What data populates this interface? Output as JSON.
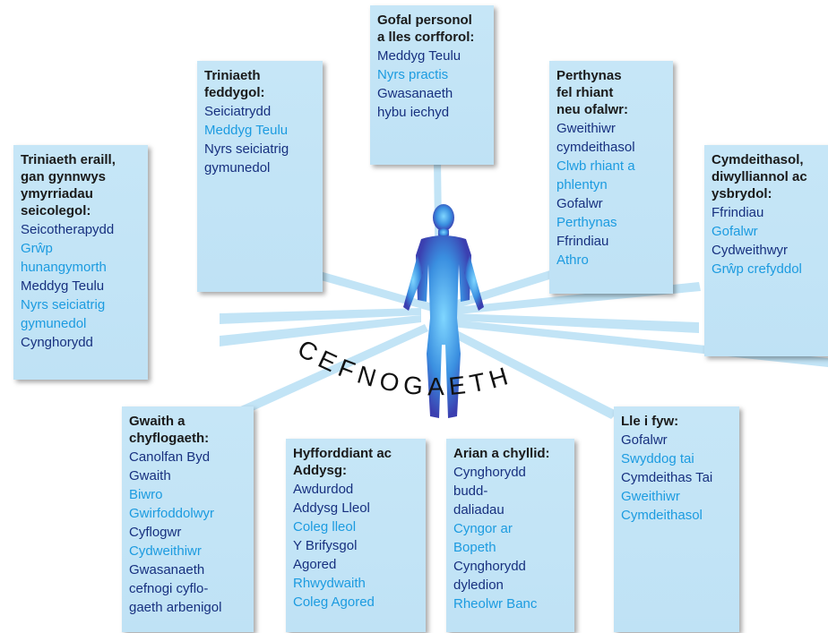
{
  "center_label": "CEFNOGAETH",
  "colors": {
    "dark_item": "#17307f",
    "light_item": "#1c9be0",
    "box_bg": "#c4e5f7"
  },
  "boxes": {
    "personal": {
      "title_lines": [
        "Gofal personol",
        "a lles corfforol:"
      ],
      "items": [
        {
          "text": "Meddyg Teulu",
          "tone": "dark"
        },
        {
          "text": "Nyrs practis",
          "tone": "light"
        },
        {
          "text": "Gwasanaeth",
          "tone": "dark"
        },
        {
          "text": "hybu iechyd",
          "tone": "dark"
        }
      ]
    },
    "medical": {
      "title_lines": [
        "Triniaeth",
        "feddygol:"
      ],
      "items": [
        {
          "text": "Seiciatrydd",
          "tone": "dark"
        },
        {
          "text": "Meddyg Teulu",
          "tone": "light"
        },
        {
          "text": "Nyrs seiciatrig",
          "tone": "dark"
        },
        {
          "text": "gymunedol",
          "tone": "dark"
        }
      ]
    },
    "parent": {
      "title_lines": [
        "Perthynas",
        "fel rhiant",
        "neu ofalwr:"
      ],
      "items": [
        {
          "text": "Gweithiwr",
          "tone": "dark"
        },
        {
          "text": "cymdeithasol",
          "tone": "dark"
        },
        {
          "text": "Clwb rhiant a",
          "tone": "light"
        },
        {
          "text": "phlentyn",
          "tone": "light"
        },
        {
          "text": "Gofalwr",
          "tone": "dark"
        },
        {
          "text": "Perthynas",
          "tone": "light"
        },
        {
          "text": "Ffrindiau",
          "tone": "dark"
        },
        {
          "text": "Athro",
          "tone": "light"
        }
      ]
    },
    "social": {
      "title_lines": [
        "Cymdeithasol,",
        "diwylliannol ac",
        "ysbrydol:"
      ],
      "items": [
        {
          "text": "Ffrindiau",
          "tone": "dark"
        },
        {
          "text": "Gofalwr",
          "tone": "light"
        },
        {
          "text": "Cydweithwyr",
          "tone": "dark"
        },
        {
          "text": "Grŵp crefyddol",
          "tone": "light"
        }
      ]
    },
    "other": {
      "title_lines": [
        "Triniaeth eraill,",
        "gan gynnwys",
        "ymyrriadau",
        "seicolegol:"
      ],
      "items": [
        {
          "text": "Seicotherapydd",
          "tone": "dark"
        },
        {
          "text": "Grŵp",
          "tone": "light"
        },
        {
          "text": "hunangymorth",
          "tone": "light"
        },
        {
          "text": "Meddyg Teulu",
          "tone": "dark"
        },
        {
          "text": "Nyrs seiciatrig",
          "tone": "light"
        },
        {
          "text": "gymunedol",
          "tone": "light"
        },
        {
          "text": "Cynghorydd",
          "tone": "dark"
        }
      ]
    },
    "work": {
      "title_lines": [
        "Gwaith a",
        "chyflogaeth:"
      ],
      "items": [
        {
          "text": "Canolfan Byd",
          "tone": "dark"
        },
        {
          "text": "Gwaith",
          "tone": "dark"
        },
        {
          "text": "Biwro",
          "tone": "light"
        },
        {
          "text": "Gwirfoddolwyr",
          "tone": "light"
        },
        {
          "text": "Cyflogwr",
          "tone": "dark"
        },
        {
          "text": "Cydweithiwr",
          "tone": "light"
        },
        {
          "text": "Gwasanaeth",
          "tone": "dark"
        },
        {
          "text": "cefnogi cyflo-",
          "tone": "dark"
        },
        {
          "text": "gaeth arbenigol",
          "tone": "dark"
        }
      ]
    },
    "training": {
      "title_lines": [
        "Hyfforddiant ac",
        "Addysg:"
      ],
      "items": [
        {
          "text": "Awdurdod",
          "tone": "dark"
        },
        {
          "text": "Addysg Lleol",
          "tone": "dark"
        },
        {
          "text": "Coleg lleol",
          "tone": "light"
        },
        {
          "text": "Y Brifysgol",
          "tone": "dark"
        },
        {
          "text": "Agored",
          "tone": "dark"
        },
        {
          "text": "Rhwydwaith",
          "tone": "light"
        },
        {
          "text": "Coleg Agored",
          "tone": "light"
        }
      ]
    },
    "money": {
      "title_lines": [
        "Arian a chyllid:"
      ],
      "items": [
        {
          "text": "Cynghorydd",
          "tone": "dark"
        },
        {
          "text": "budd-",
          "tone": "dark"
        },
        {
          "text": "daliadau",
          "tone": "dark"
        },
        {
          "text": "Cyngor ar",
          "tone": "light"
        },
        {
          "text": "Bopeth",
          "tone": "light"
        },
        {
          "text": "Cynghorydd",
          "tone": "dark"
        },
        {
          "text": "dyledion",
          "tone": "dark"
        },
        {
          "text": "Rheolwr Banc",
          "tone": "light"
        }
      ]
    },
    "housing": {
      "title_lines": [
        "Lle i fyw:"
      ],
      "items": [
        {
          "text": "Gofalwr",
          "tone": "dark"
        },
        {
          "text": "Swyddog tai",
          "tone": "light"
        },
        {
          "text": "Cymdeithas Tai",
          "tone": "dark"
        },
        {
          "text": "Gweithiwr",
          "tone": "light"
        },
        {
          "text": "Cymdeithasol",
          "tone": "light"
        }
      ]
    }
  }
}
